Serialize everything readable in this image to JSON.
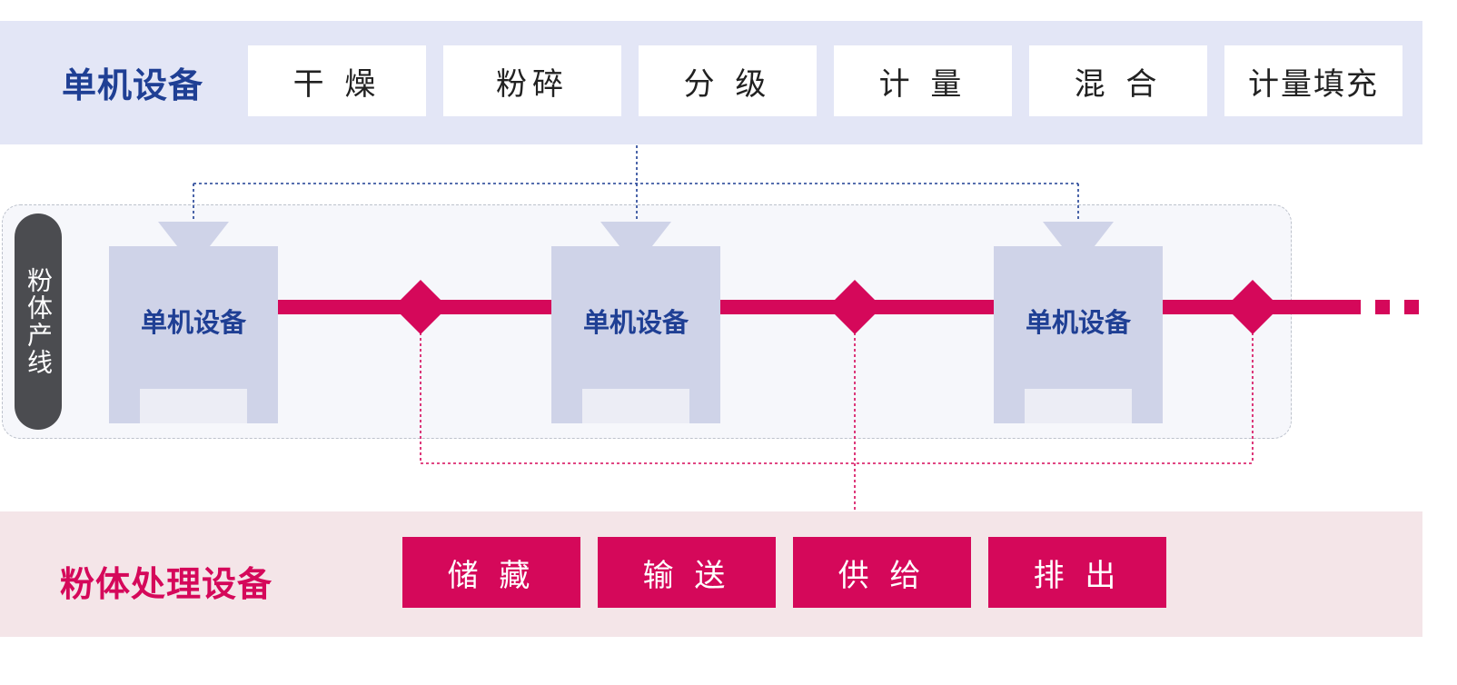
{
  "top": {
    "title": "单机设备",
    "items": [
      "干 燥",
      "粉碎",
      "分 级",
      "计 量",
      "混 合",
      "计量填充"
    ]
  },
  "line": {
    "label": "粉体产线",
    "machines": [
      "单机设备",
      "单机设备",
      "单机设备"
    ]
  },
  "bottom": {
    "title": "粉体处理设备",
    "items": [
      "储 藏",
      "输 送",
      "供 给",
      "排 出"
    ]
  },
  "colors": {
    "navy": "#1f3f94",
    "crimson": "#d5085a",
    "top_band": "#e3e6f6",
    "bottom_band": "#f4e5e8",
    "machine": "#cfd3e8",
    "label_dark": "#4b4c50"
  }
}
